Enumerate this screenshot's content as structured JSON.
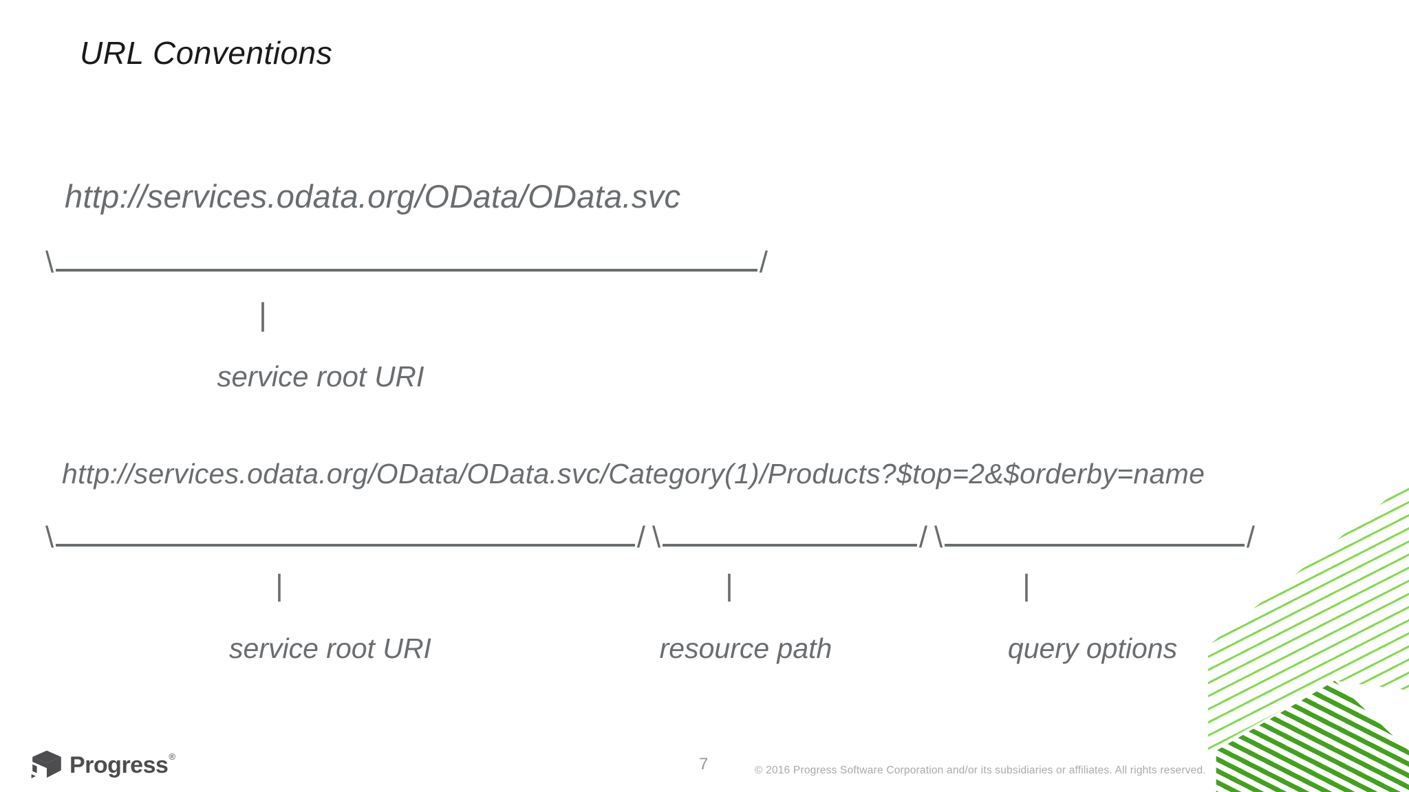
{
  "slide": {
    "title": "URL Conventions"
  },
  "example1": {
    "url": "http://services.odata.org/OData/OData.svc",
    "bracket_open": "\\",
    "bracket_close": "/",
    "pointer": "|",
    "label": "service root URI"
  },
  "example2": {
    "url": "http://services.odata.org/OData/OData.svc/Category(1)/Products?$top=2&$orderby=name",
    "bracket_open": "\\",
    "bracket_close": "/",
    "pointer": "|",
    "segments": [
      "service root URI",
      "resource path",
      "query options"
    ]
  },
  "footer": {
    "logo_text": "Progress",
    "registered_mark": "®",
    "page_number": "7",
    "copyright": "© 2016 Progress Software Corporation and/or its subsidiaries or affiliates. All rights reserved."
  },
  "colors": {
    "title_text": "#1a1a1a",
    "diagram_gray": "#696d70",
    "footer_gray": "#a7aaac",
    "page_number_gray": "#95989a",
    "logo_charcoal": "#4d4d4f",
    "accent_light_green": "#82d94f",
    "accent_dark_green": "#44a01f"
  }
}
